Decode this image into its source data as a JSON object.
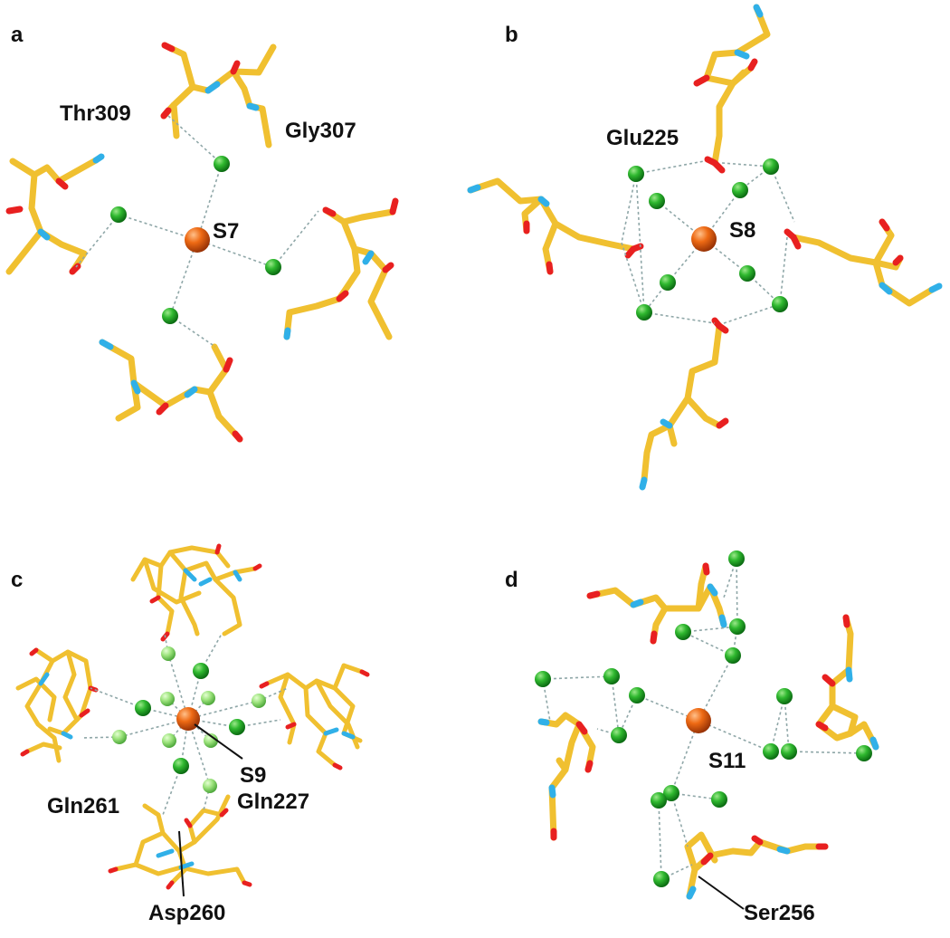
{
  "figure": {
    "panels": [
      {
        "id": "a",
        "letter": "a",
        "site_label": "S7",
        "residue_labels": [
          "Thr309",
          "Gly307"
        ]
      },
      {
        "id": "b",
        "letter": "b",
        "site_label": "S8",
        "residue_labels": [
          "Glu225"
        ]
      },
      {
        "id": "c",
        "letter": "c",
        "site_label": "S9",
        "residue_labels": [
          "Gln261",
          "Gln227",
          "Asp260"
        ]
      },
      {
        "id": "d",
        "letter": "d",
        "site_label": "S11",
        "residue_labels": [
          "Ser256"
        ]
      }
    ]
  },
  "colors": {
    "carbon": "#f0c030",
    "carbon_shadow": "#c8960c",
    "nitrogen": "#30b0e8",
    "oxygen": "#e82020",
    "water": "#22aa22",
    "water_light": "#90e070",
    "ion": "#e85a10",
    "hbond": "#8fa7a8"
  }
}
